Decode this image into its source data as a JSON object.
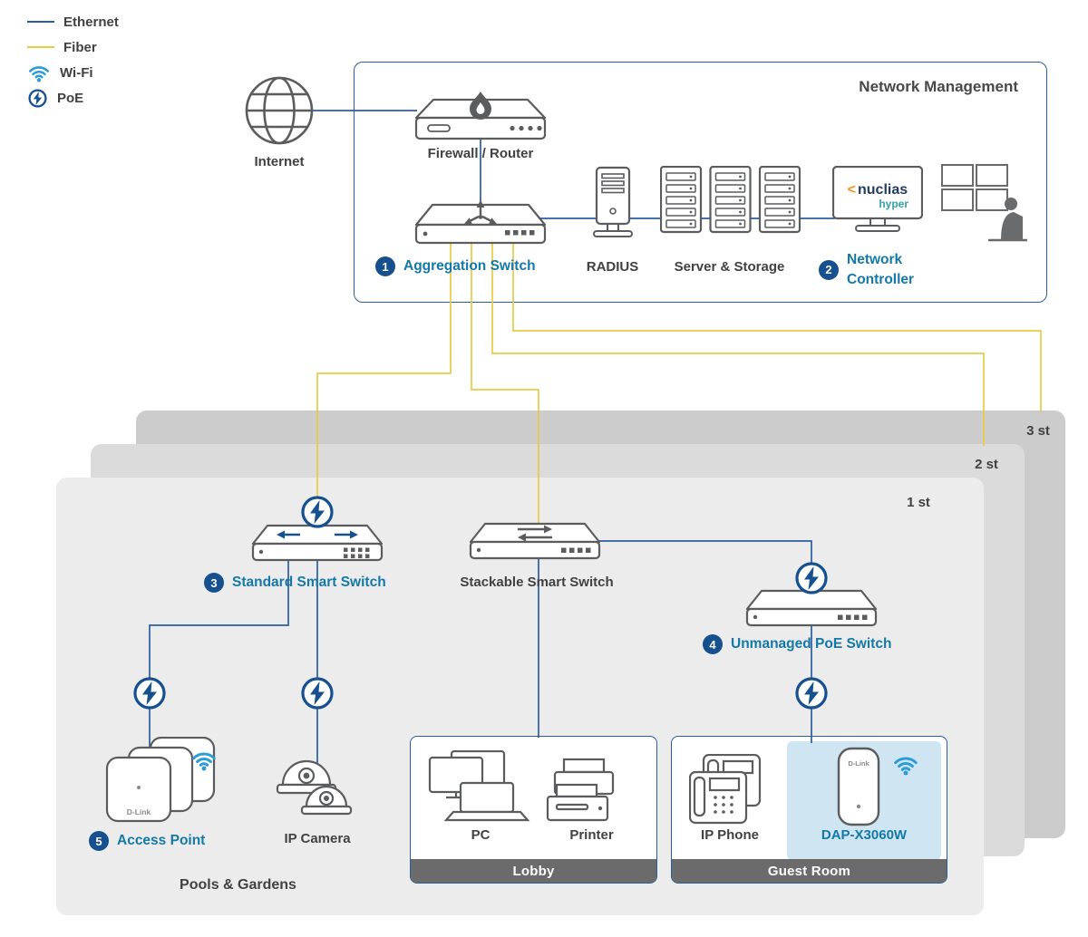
{
  "colors": {
    "ethernet": "#2d5da0",
    "fiber": "#e9cb45",
    "label_blue": "#1478a8",
    "badge_navy": "#16508f",
    "poe_navy": "#16508f",
    "wifi_blue": "#2b9cd8",
    "box_border_blue": "#2a6099",
    "floor1_fill": "#ececec",
    "floor2_fill": "#dbdbdb",
    "floor3_fill": "#cccccc",
    "zone_bar_gray": "#6b6b6b",
    "dap_highlight": "#cfe5f1",
    "device_gray": "#5b5c5e",
    "nuclias_navy": "#233c60",
    "nuclias_orange": "#f0941f",
    "nuclias_teal": "#2fa3a8"
  },
  "legend": {
    "items": [
      {
        "label": "Ethernet"
      },
      {
        "label": "Fiber"
      },
      {
        "label": "Wi-Fi"
      },
      {
        "label": "PoE"
      }
    ]
  },
  "management": {
    "title": "Network Management",
    "internet": "Internet",
    "firewall": "Firewall / Router",
    "aggregation_badge": "1",
    "aggregation": "Aggregation Switch",
    "radius": "RADIUS",
    "server_storage": "Server & Storage",
    "controller_badge": "2",
    "controller": "Network Controller",
    "nuclias_chevron": "<",
    "nuclias_brand": "nuclias",
    "nuclias_sub": "hyper"
  },
  "floors": {
    "f1": "1 st",
    "f2": "2 st",
    "f3": "3 st"
  },
  "floor1": {
    "standard_badge": "3",
    "standard": "Standard Smart Switch",
    "stackable": "Stackable Smart Switch",
    "unmanaged_badge": "4",
    "unmanaged": "Unmanaged PoE Switch",
    "ap_badge": "5",
    "access_point": "Access Point",
    "ip_camera": "IP Camera",
    "area": "Pools & Gardens",
    "lobby_title": "Lobby",
    "pc": "PC",
    "printer": "Printer",
    "guest_title": "Guest Room",
    "ip_phone": "IP Phone",
    "dap": "DAP-X3060W",
    "dlink": "D-Link"
  }
}
